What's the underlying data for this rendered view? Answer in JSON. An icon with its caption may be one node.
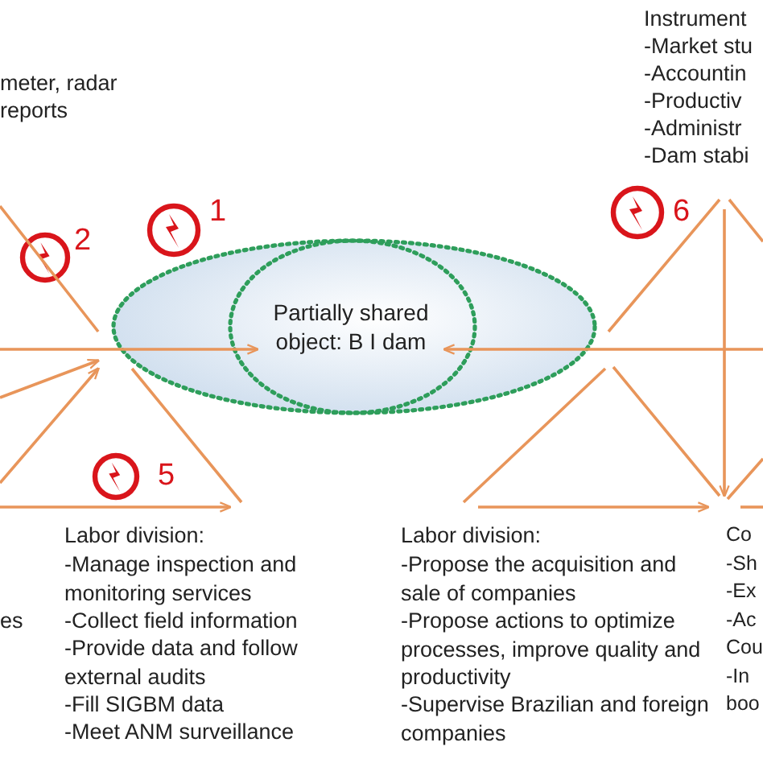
{
  "diagram": {
    "nodes": [
      {
        "text": [],
        "shape": "circle"
      },
      {
        "text": [
          "Partially shared object: B I dam"
        ],
        "in": 0
      }
    ],
    "edges": [
      {
        "from": null,
        "to": 1,
        "arrow": "to"
      },
      {
        "from": null,
        "to": 1,
        "arrow": "to"
      }
    ],
    "labels": [
      "Instrument",
      "-Market stu",
      "meter, radar",
      "-Accountin",
      "reports",
      "-Productiv",
      "-Administr",
      "-Dam stabi",
      "1",
      "2",
      "6",
      "5",
      "Labor division:",
      "-Manage inspection and monitoring services",
      "-Collect field information",
      "-Provide data and follow external audits",
      "-Fill SIGBM data",
      "-Meet ANM surveillance",
      "Labor division:",
      "-Propose the acquisition and sale of companies",
      "-Propose actions to optimize processes, improve quality and productivity",
      "-Supervise Brazilian and foreign companies",
      "Co",
      "-Sh",
      "-Ex",
      "-Ac",
      "Cou",
      "-In",
      "boo",
      "es"
    ]
  }
}
